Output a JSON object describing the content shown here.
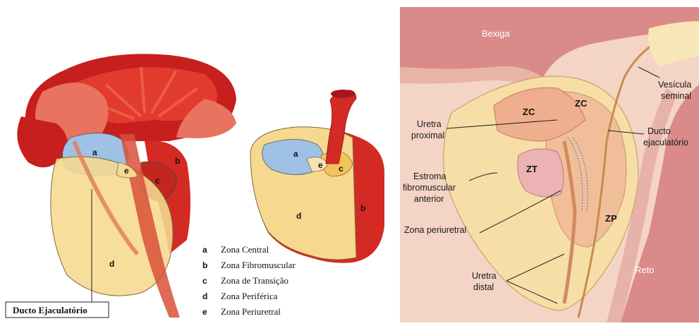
{
  "left_panel": {
    "sagittal_letters": [
      "a",
      "b",
      "c",
      "d",
      "e"
    ],
    "cross_section_letters": [
      "a",
      "b",
      "c",
      "d",
      "e"
    ],
    "legend": [
      {
        "letter": "a",
        "label": "Zona Central"
      },
      {
        "letter": "b",
        "label": "Zona Fibromuscular"
      },
      {
        "letter": "c",
        "label": "Zona de Transição"
      },
      {
        "letter": "d",
        "label": "Zona Periférica"
      },
      {
        "letter": "e",
        "label": "Zona Periuretral"
      }
    ],
    "duct_label": "Ducto Ejaculatório"
  },
  "right_panel": {
    "top_label": "Bexiga",
    "rectum_label": "Reto",
    "zones": {
      "zc_left": "ZC",
      "zc_right": "ZC",
      "zt": "ZT",
      "zp": "ZP"
    },
    "left_labels": {
      "uretra_proximal": [
        "Uretra",
        "proximal"
      ],
      "estroma": [
        "Estroma",
        "fibromuscular",
        "anterior"
      ],
      "zona_periuretral": "Zona periuretral",
      "uretra_distal": [
        "Uretra",
        "distal"
      ]
    },
    "right_labels": {
      "vesicula": [
        "Vesícula",
        "seminal"
      ],
      "ducto": [
        "Ducto",
        "ejaculatório"
      ]
    }
  },
  "colors": {
    "red": "#d42a24",
    "dark_red": "#a8161a",
    "blue_zone": "#9fc1e6",
    "yellow_zone": "#f6d98e",
    "peach": "#f2c3a3",
    "background_right": "#f4d4c5"
  }
}
